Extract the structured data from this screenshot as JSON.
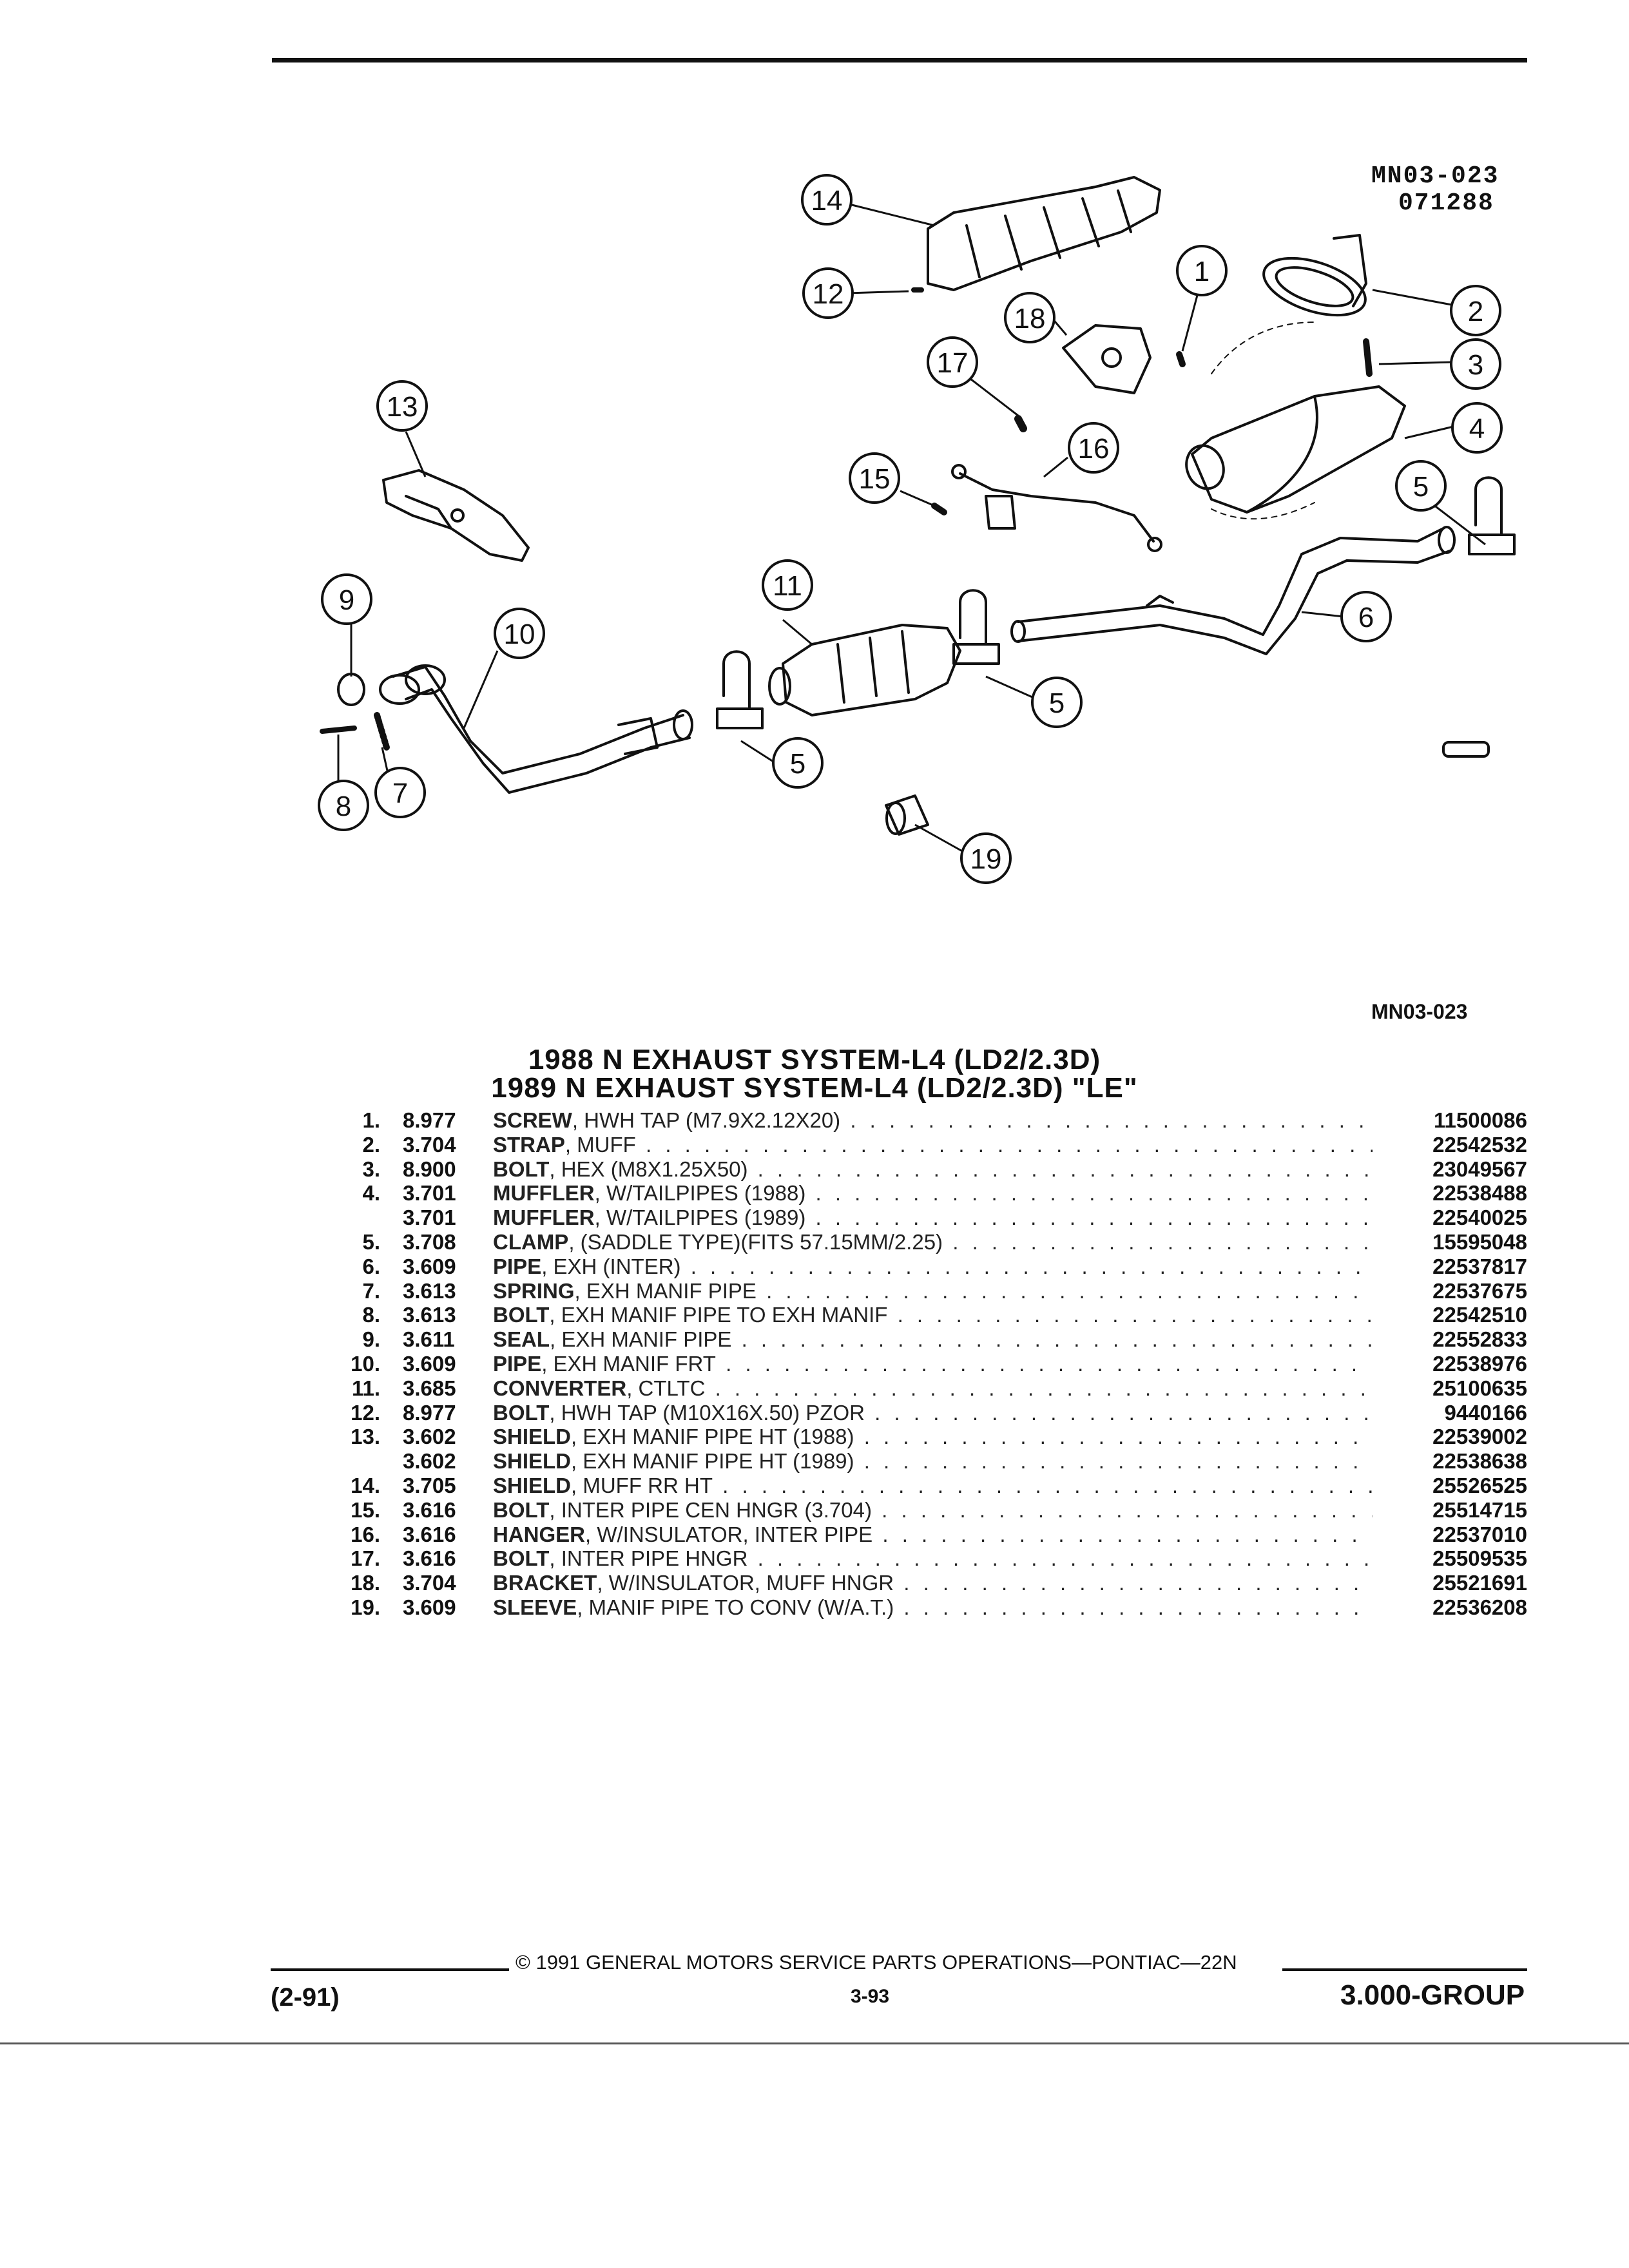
{
  "header": {
    "diagram_code": "MN03-023",
    "diagram_date": "071288"
  },
  "diagram": {
    "callouts": [
      "1",
      "2",
      "3",
      "4",
      "5",
      "6",
      "7",
      "8",
      "9",
      "10",
      "11",
      "12",
      "13",
      "14",
      "15",
      "16",
      "17",
      "18",
      "19"
    ],
    "caption_code": "MN03-023"
  },
  "title": {
    "line1": "1988 N EXHAUST SYSTEM-L4 (LD2/2.3D)",
    "line2": "1989 N EXHAUST SYSTEM-L4 (LD2/2.3D) \"LE\""
  },
  "parts": [
    {
      "num": "1.",
      "group": "8.977",
      "name": "SCREW",
      "desc": ", HWH TAP (M7.9X2.12X20)",
      "part": "11500086"
    },
    {
      "num": "2.",
      "group": "3.704",
      "name": "STRAP",
      "desc": ", MUFF",
      "part": "22542532"
    },
    {
      "num": "3.",
      "group": "8.900",
      "name": "BOLT",
      "desc": ", HEX (M8X1.25X50)",
      "part": "23049567"
    },
    {
      "num": "4.",
      "group": "3.701",
      "name": "MUFFLER",
      "desc": ", W/TAILPIPES (1988)",
      "part": "22538488"
    },
    {
      "num": "",
      "group": "3.701",
      "name": "MUFFLER",
      "desc": ", W/TAILPIPES (1989)",
      "part": "22540025"
    },
    {
      "num": "5.",
      "group": "3.708",
      "name": "CLAMP",
      "desc": ", (SADDLE TYPE)(FITS 57.15MM/2.25)",
      "part": "15595048"
    },
    {
      "num": "6.",
      "group": "3.609",
      "name": "PIPE",
      "desc": ", EXH (INTER)",
      "part": "22537817"
    },
    {
      "num": "7.",
      "group": "3.613",
      "name": "SPRING",
      "desc": ", EXH MANIF PIPE",
      "part": "22537675"
    },
    {
      "num": "8.",
      "group": "3.613",
      "name": "BOLT",
      "desc": ", EXH MANIF PIPE TO EXH MANIF",
      "part": "22542510"
    },
    {
      "num": "9.",
      "group": "3.611",
      "name": "SEAL",
      "desc": ", EXH MANIF PIPE",
      "part": "22552833"
    },
    {
      "num": "10.",
      "group": "3.609",
      "name": "PIPE",
      "desc": ", EXH MANIF FRT",
      "part": "22538976"
    },
    {
      "num": "11.",
      "group": "3.685",
      "name": "CONVERTER",
      "desc": ", CTLTC",
      "part": "25100635"
    },
    {
      "num": "12.",
      "group": "8.977",
      "name": "BOLT",
      "desc": ", HWH TAP (M10X16X.50) PZOR",
      "part": "9440166"
    },
    {
      "num": "13.",
      "group": "3.602",
      "name": "SHIELD",
      "desc": ", EXH MANIF PIPE HT (1988)",
      "part": "22539002"
    },
    {
      "num": "",
      "group": "3.602",
      "name": "SHIELD",
      "desc": ", EXH MANIF PIPE HT (1989)",
      "part": "22538638"
    },
    {
      "num": "14.",
      "group": "3.705",
      "name": "SHIELD",
      "desc": ", MUFF RR HT",
      "part": "25526525"
    },
    {
      "num": "15.",
      "group": "3.616",
      "name": "BOLT",
      "desc": ", INTER PIPE CEN HNGR (3.704)",
      "part": "25514715"
    },
    {
      "num": "16.",
      "group": "3.616",
      "name": "HANGER",
      "desc": ", W/INSULATOR, INTER PIPE",
      "part": "22537010"
    },
    {
      "num": "17.",
      "group": "3.616",
      "name": "BOLT",
      "desc": ", INTER PIPE HNGR",
      "part": "25509535"
    },
    {
      "num": "18.",
      "group": "3.704",
      "name": "BRACKET",
      "desc": ", W/INSULATOR, MUFF HNGR",
      "part": "25521691"
    },
    {
      "num": "19.",
      "group": "3.609",
      "name": "SLEEVE",
      "desc": ", MANIF PIPE TO CONV (W/A.T.)",
      "part": "22536208"
    }
  ],
  "footer": {
    "copyright": "© 1991 GENERAL MOTORS SERVICE PARTS OPERATIONS—PONTIAC—22N",
    "date": "(2-91)",
    "page": "3-93",
    "group": "3.000-GROUP"
  }
}
